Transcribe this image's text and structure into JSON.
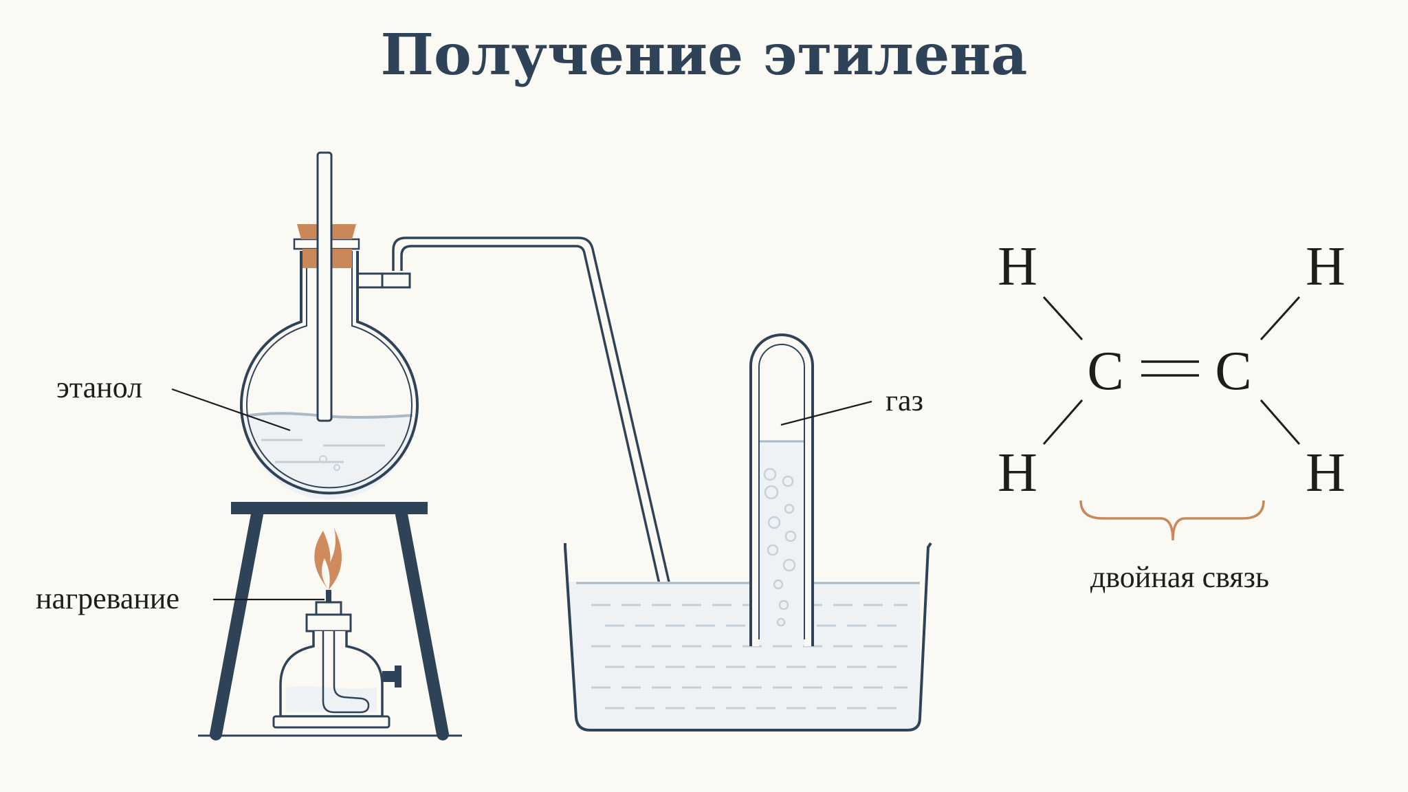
{
  "title": "Получение этилена",
  "labels": {
    "ethanol": "этанол",
    "heating": "нагревание",
    "gas": "газ",
    "double_bond": "двойная связь"
  },
  "molecule": {
    "atoms": {
      "h_top_left": "H",
      "h_top_right": "H",
      "c_left": "C",
      "c_right": "C",
      "h_bottom_left": "H",
      "h_bottom_right": "H"
    }
  },
  "colors": {
    "background": "#fbf9f3",
    "outline": "#2f4358",
    "cork": "#c9875a",
    "flame": "#cf8a5e",
    "liquid_line": "#a9b9c6",
    "brace": "#c9875a"
  }
}
